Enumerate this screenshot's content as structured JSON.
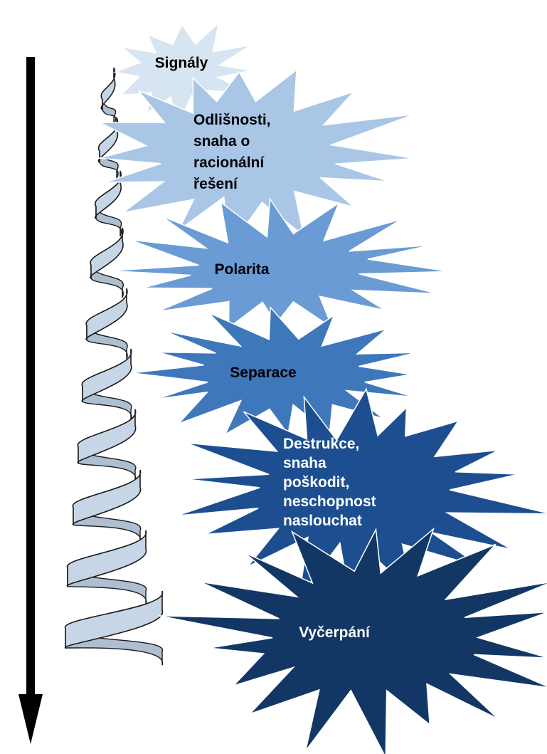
{
  "stages": [
    {
      "id": "signaly",
      "lines": [
        "Signály"
      ],
      "fill": "#d7e4f2",
      "text_color": "#000000"
    },
    {
      "id": "odlisnosti",
      "lines": [
        "Odlišnosti,",
        "snaha o",
        "racionální",
        "řešení"
      ],
      "fill": "#a9c6e6",
      "text_color": "#000000"
    },
    {
      "id": "polarita",
      "lines": [
        "Polarita"
      ],
      "fill": "#6a9bd4",
      "text_color": "#000000"
    },
    {
      "id": "separace",
      "lines": [
        "Separace"
      ],
      "fill": "#3f77bb",
      "text_color": "#000000"
    },
    {
      "id": "destrukce",
      "lines": [
        "Destrukce,",
        "snaha",
        "poškodit,",
        "neschopnost",
        "naslouchat"
      ],
      "fill": "#1d4f90",
      "text_color": "#ffffff"
    },
    {
      "id": "vycerpani",
      "lines": [
        "Vyčerpání"
      ],
      "fill": "#123765",
      "text_color": "#ffffff"
    }
  ],
  "colors": {
    "arrow": "#000000",
    "spiral_fill": "#c6d6e6",
    "spiral_stroke": "#1a1a1a"
  }
}
